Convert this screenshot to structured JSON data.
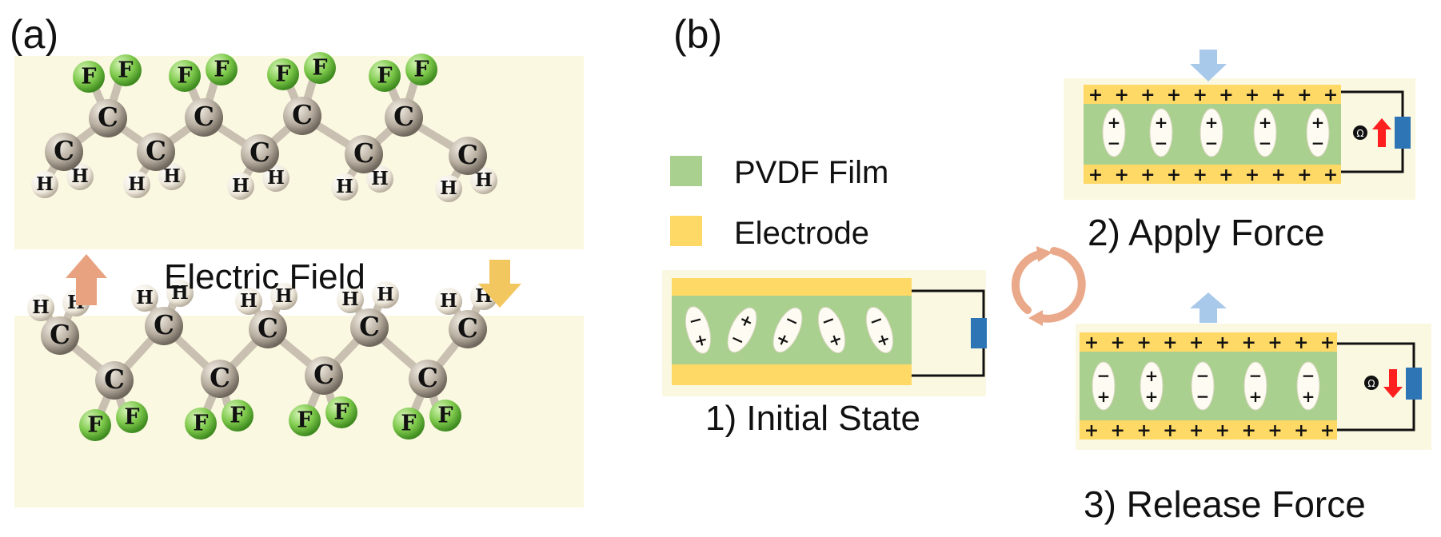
{
  "panel_a": {
    "label": "(a)",
    "field_label": "Electric Field",
    "atom_carbon": "C",
    "atom_fluorine": "F",
    "atom_hydrogen": "H"
  },
  "panel_b": {
    "label": "(b)",
    "legend": [
      {
        "text": "PVDF Film",
        "color": "#a9d08e"
      },
      {
        "text": "Electrode",
        "color": "#ffd966"
      }
    ],
    "states": [
      {
        "caption": "1)  Initial State"
      },
      {
        "caption": "2)  Apply Force"
      },
      {
        "caption": "3)  Release Force"
      }
    ],
    "charge_plus": "+",
    "charge_minus": "−",
    "meter_symbol": "Ω"
  },
  "colors": {
    "background_panel": "#fbf8e1",
    "electrode": "#ffd966",
    "film": "#a9d08e",
    "carbon": "#b8aea0",
    "fluorine": "#7cc84a",
    "hydrogen": "#f2efe6",
    "arrow_up": "#e8a27f",
    "arrow_down": "#f3c760",
    "force_arrow": "#a9c9ea",
    "resistor": "#2e75b6",
    "current_arrow": "#ff1f1f",
    "cycle_arrow": "#e9a98a"
  },
  "icons": [
    "arrow-up-icon",
    "arrow-down-icon",
    "cycle-arrows-icon",
    "force-arrow-icon",
    "resistor-icon",
    "meter-icon",
    "current-arrow-icon"
  ]
}
